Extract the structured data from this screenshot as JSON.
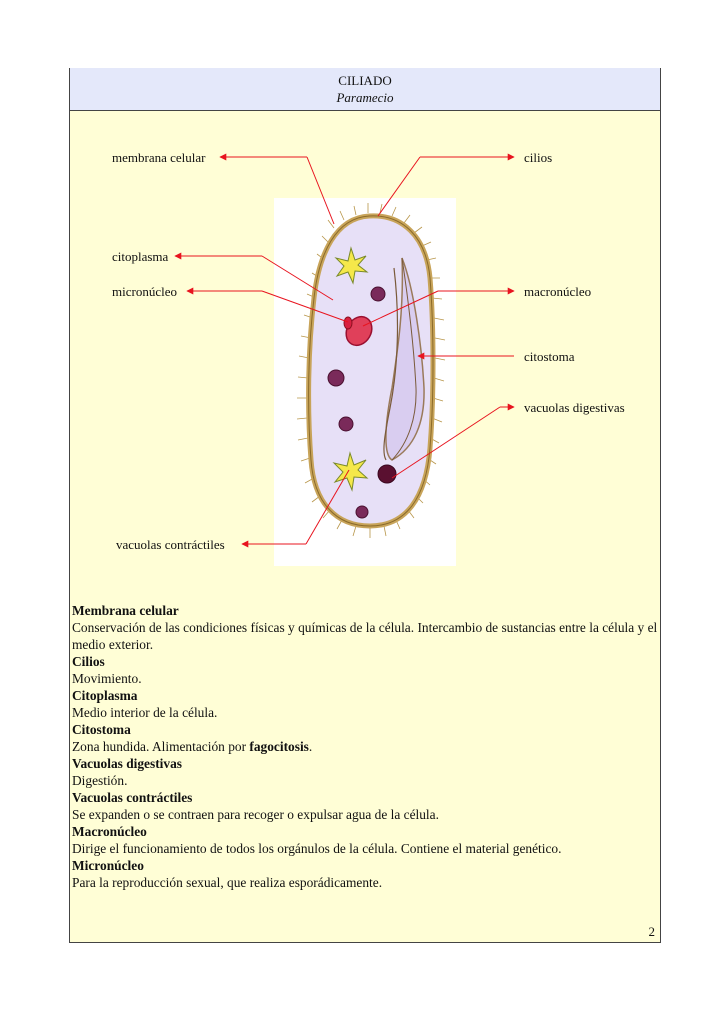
{
  "header": {
    "title": "CILIADO",
    "subtitle": "Paramecio"
  },
  "labels": {
    "membrana": "membrana celular",
    "cilios": "cilios",
    "citoplasma": "citoplasma",
    "micronucleo": "micronúcleo",
    "macronucleo": "macronúcleo",
    "citostoma": "citostoma",
    "vacuolas_digestivas": "vacuolas digestivas",
    "vacuolas_contractiles": "vacuolas contráctiles"
  },
  "colors": {
    "arrow": "#e8141f",
    "header_bg": "#e4e8fa",
    "body_bg": "#fffed6",
    "cell_fill": "#e7e0f7",
    "cell_border": "#c8a45a"
  },
  "sections": [
    {
      "title": "Membrana celular",
      "text": "Conservación de las condiciones físicas y químicas de la célula. Intercambio de sustancias entre la célula y el medio exterior."
    },
    {
      "title": "Cilios",
      "text": "Movimiento."
    },
    {
      "title": "Citoplasma",
      "text": "Medio interior de la célula."
    },
    {
      "title": "Citostoma",
      "text_before": "Zona hundida. Alimentación por ",
      "text_bold": "fagocitosis",
      "text_after": "."
    },
    {
      "title": "Vacuolas digestivas",
      "text": "Digestión."
    },
    {
      "title": "Vacuolas contráctiles",
      "text": "Se expanden o se contraen para recoger o expulsar agua de la célula."
    },
    {
      "title": "Macronúcleo",
      "text": "Dirige el funcionamiento de todos los orgánulos de la célula. Contiene el material genético."
    },
    {
      "title": "Micronúcleo",
      "text": "Para la reproducción sexual, que realiza esporádicamente."
    }
  ],
  "page_number": "2"
}
